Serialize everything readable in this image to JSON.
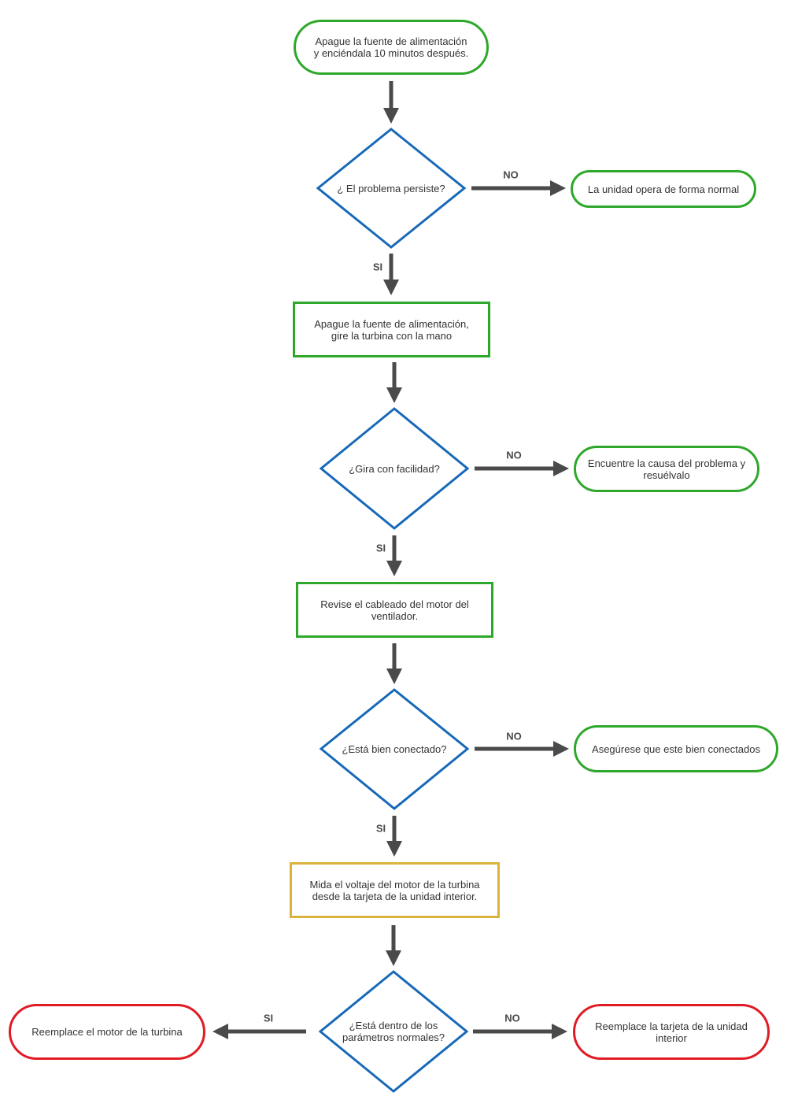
{
  "colors": {
    "process_border": "#2ea82a",
    "decision_border": "#1769b8",
    "measure_border": "#dbb23a",
    "end_border": "#e01b24",
    "arrow": "#4a4a4a"
  },
  "nodes": {
    "start": "Apague la fuente de alimentación\ny enciéndala 10 minutos después.",
    "decision_persists": "¿ El problema persiste?",
    "normal_operation": "La unidad opera de forma normal",
    "turn_turbine": "Apague la fuente de alimentación,\ngire la turbina con la mano",
    "decision_turns": "¿Gira con facilidad?",
    "find_cause": "Encuentre la causa del problema y\nresuélvalo",
    "check_wiring": "Revise el cableado del motor del\nventilador.",
    "decision_connected": "¿Está bien conectado?",
    "ensure_connected": "Asegúrese que este bien conectados",
    "measure_voltage": "Mida el voltaje del motor de la turbina\ndesde la tarjeta de la unidad interior.",
    "decision_normal": "¿Está dentro de los\nparámetros normales?",
    "replace_motor": "Reemplace el motor de la turbina",
    "replace_board": "Reemplace la tarjeta de la unidad\ninterior"
  },
  "edge_labels": {
    "yes": "SI",
    "no": "NO"
  }
}
